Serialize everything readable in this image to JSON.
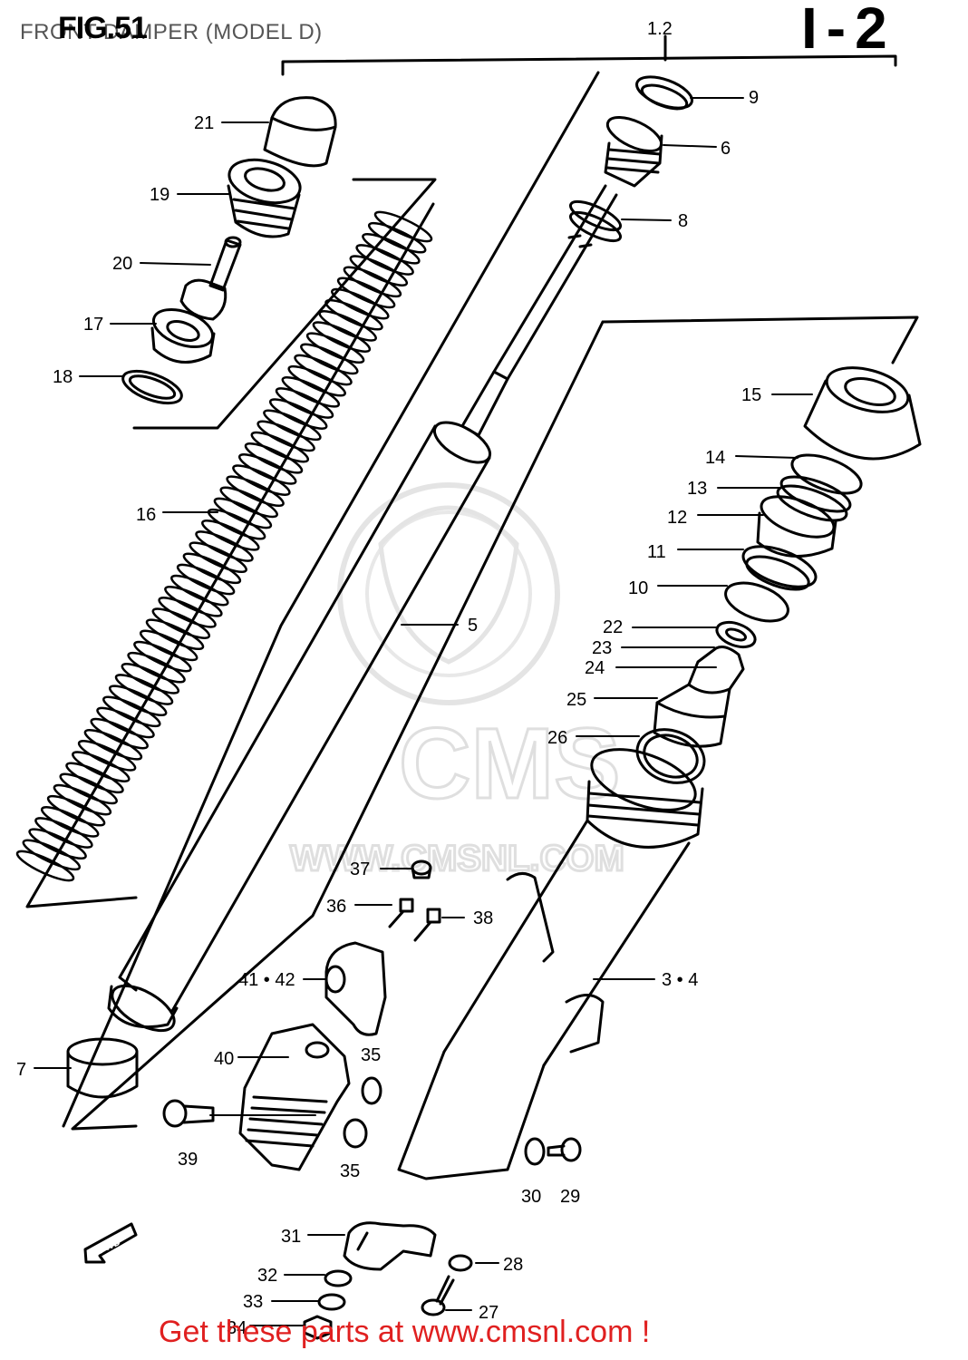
{
  "header": {
    "title": "FRONT DAMPER (MODEL D)",
    "fig": "FIG.51",
    "page_code": "I-2",
    "assembly_ref": "1.2"
  },
  "footer": {
    "text": "Get these parts at www.cmsnl.com !"
  },
  "watermark": {
    "logo_text": "CMS",
    "url_text": "WWW.CMSNL.COM"
  },
  "direction_badge": "FWD",
  "callouts": [
    {
      "id": "c9",
      "text": "9"
    },
    {
      "id": "c6",
      "text": "6"
    },
    {
      "id": "c8",
      "text": "8"
    },
    {
      "id": "c21",
      "text": "21"
    },
    {
      "id": "c19",
      "text": "19"
    },
    {
      "id": "c20",
      "text": "20"
    },
    {
      "id": "c17",
      "text": "17"
    },
    {
      "id": "c18",
      "text": "18"
    },
    {
      "id": "c15",
      "text": "15"
    },
    {
      "id": "c14",
      "text": "14"
    },
    {
      "id": "c13",
      "text": "13"
    },
    {
      "id": "c12",
      "text": "12"
    },
    {
      "id": "c11",
      "text": "11"
    },
    {
      "id": "c10",
      "text": "10"
    },
    {
      "id": "c22",
      "text": "22"
    },
    {
      "id": "c23",
      "text": "23"
    },
    {
      "id": "c24",
      "text": "24"
    },
    {
      "id": "c25",
      "text": "25"
    },
    {
      "id": "c26",
      "text": "26"
    },
    {
      "id": "c16",
      "text": "16"
    },
    {
      "id": "c5",
      "text": "5"
    },
    {
      "id": "c37",
      "text": "37"
    },
    {
      "id": "c36",
      "text": "36"
    },
    {
      "id": "c38",
      "text": "38"
    },
    {
      "id": "c41",
      "text": "41 • 42"
    },
    {
      "id": "c34b",
      "text": "3 • 4"
    },
    {
      "id": "c40",
      "text": "40"
    },
    {
      "id": "c35a",
      "text": "35"
    },
    {
      "id": "c35b",
      "text": "35"
    },
    {
      "id": "c7",
      "text": "7"
    },
    {
      "id": "c39",
      "text": "39"
    },
    {
      "id": "c30",
      "text": "30"
    },
    {
      "id": "c29",
      "text": "29"
    },
    {
      "id": "c31",
      "text": "31"
    },
    {
      "id": "c28",
      "text": "28"
    },
    {
      "id": "c32",
      "text": "32"
    },
    {
      "id": "c33",
      "text": "33"
    },
    {
      "id": "c27",
      "text": "27"
    },
    {
      "id": "c34",
      "text": "34"
    }
  ],
  "colors": {
    "line": "#000000",
    "footer": "#e02020",
    "watermark": "#dcdcdc"
  }
}
